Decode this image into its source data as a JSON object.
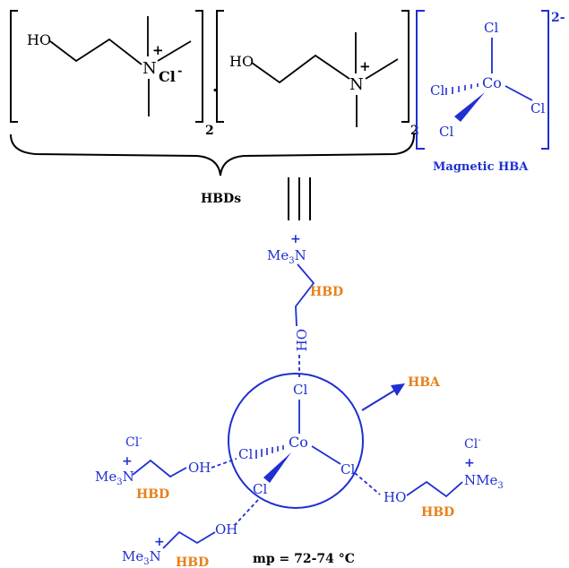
{
  "colors": {
    "black": "#000000",
    "blue": "#1f2fd0",
    "orange": "#e8801a"
  },
  "top": {
    "hbd_unit": {
      "hydroxyl": "HO",
      "nitrogen": "N",
      "charge": "+",
      "counter_ion": "Cl",
      "counter_charge": "-",
      "multiplier": "2"
    },
    "separator": ".",
    "second_unit": {
      "hydroxyl": "HO",
      "nitrogen": "N",
      "charge": "+",
      "multiplier": "2"
    },
    "hbds_label": "HBDs",
    "hba_complex": {
      "chlorine": "Cl",
      "cobalt": "Co",
      "charge": "2-",
      "label": "Magnetic HBA"
    }
  },
  "bottom": {
    "top_donor": {
      "ammonium": "Me3N",
      "charge": "+",
      "hydroxyl": "HO",
      "tag": "HBD"
    },
    "center": {
      "cobalt": "Co",
      "chlorine": "Cl"
    },
    "hba_tag": "HBA",
    "left_donor": {
      "counter_ion": "Cl",
      "counter_charge": "-",
      "charge": "+",
      "ammonium": "Me3N",
      "hydroxyl": "OH",
      "tag": "HBD"
    },
    "right_donor": {
      "counter_ion": "Cl",
      "counter_charge": "-",
      "charge": "+",
      "ammonium": "NMe3",
      "hydroxyl": "HO",
      "tag": "HBD"
    },
    "bottom_donor": {
      "charge": "+",
      "ammonium": "Me3N",
      "hydroxyl": "OH",
      "tag": "HBD"
    },
    "melting_point": "mp = 72-74 °C"
  }
}
